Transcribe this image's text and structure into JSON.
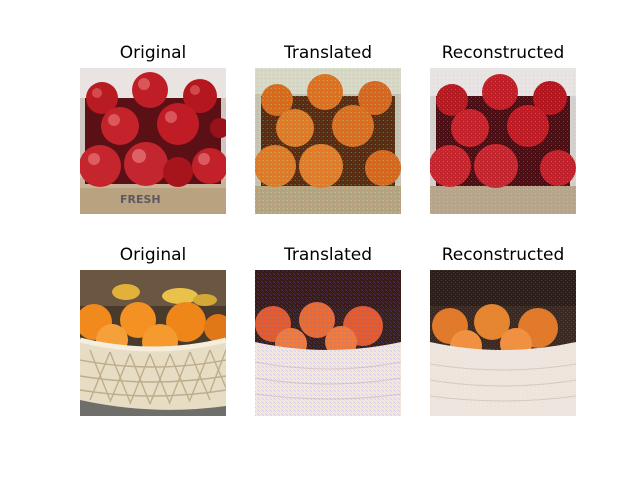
{
  "figure": {
    "rows": [
      {
        "subject": "apples in a cardboard box",
        "panels": [
          {
            "title": "Original",
            "variant": "original"
          },
          {
            "title": "Translated",
            "variant": "translated"
          },
          {
            "title": "Reconstructed",
            "variant": "reconstructed"
          }
        ]
      },
      {
        "subject": "oranges and bananas in a wicker basket",
        "panels": [
          {
            "title": "Original",
            "variant": "original"
          },
          {
            "title": "Translated",
            "variant": "translated"
          },
          {
            "title": "Reconstructed",
            "variant": "reconstructed"
          }
        ]
      }
    ]
  }
}
